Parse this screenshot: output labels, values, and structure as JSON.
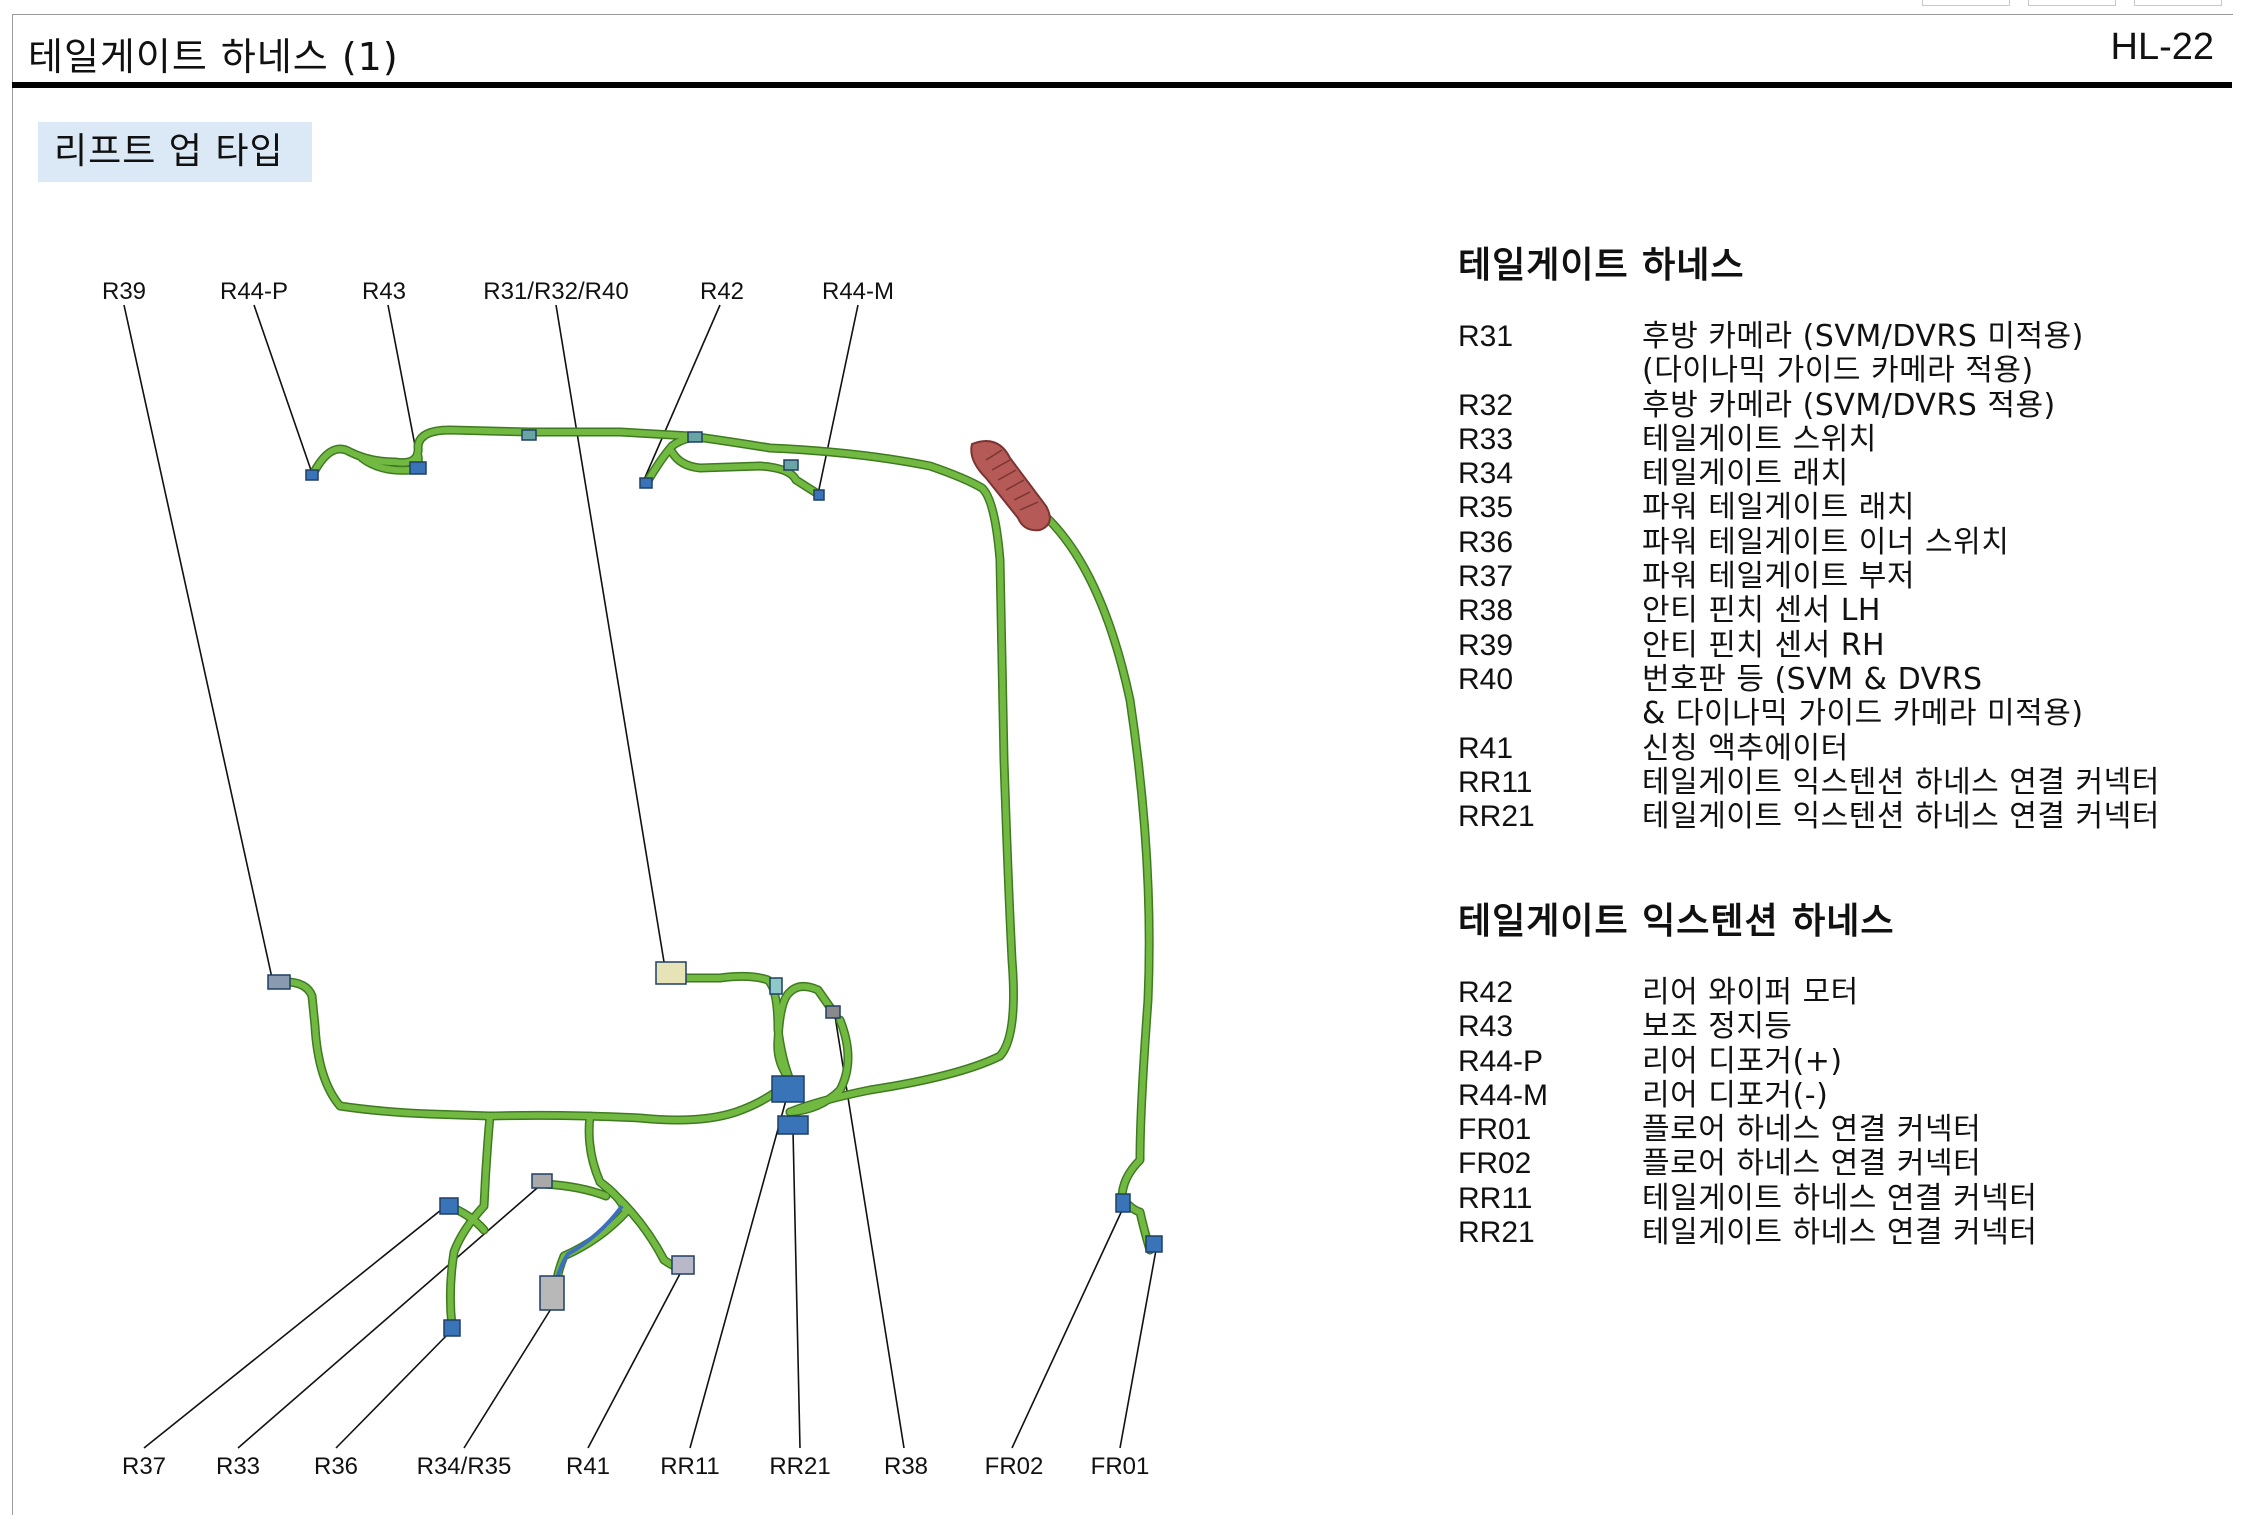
{
  "header": {
    "title": "테일게이트 하네스 (1)",
    "page_code": "HL-22"
  },
  "type_badge": "리프트 업 타입",
  "diagram": {
    "wire_color": "#72b942",
    "wire_outline": "#3f7a22",
    "grommet_color": "#b55a57",
    "connector_color": "#3a74b8",
    "top_labels": [
      "R39",
      "R44-P",
      "R43",
      "R31/R32/R40",
      "R42",
      "R44-M"
    ],
    "bottom_labels": [
      "R37",
      "R33",
      "R36",
      "R34/R35",
      "R41",
      "RR11",
      "RR21",
      "R38",
      "FR02",
      "FR01"
    ]
  },
  "legend": {
    "tailgate_harness": {
      "heading": "테일게이트 하네스",
      "rows": [
        {
          "code": "R31",
          "desc": "후방 카메라 (SVM/DVRS 미적용)"
        },
        {
          "code": "",
          "desc": "(다이나믹 가이드 카메라 적용)"
        },
        {
          "code": "R32",
          "desc": "후방 카메라 (SVM/DVRS 적용)"
        },
        {
          "code": "R33",
          "desc": "테일게이트 스위치"
        },
        {
          "code": "R34",
          "desc": "테일게이트 래치"
        },
        {
          "code": "R35",
          "desc": "파워 테일게이트 래치"
        },
        {
          "code": "R36",
          "desc": "파워 테일게이트 이너 스위치"
        },
        {
          "code": "R37",
          "desc": "파워 테일게이트 부저"
        },
        {
          "code": "R38",
          "desc": "안티 핀치 센서 LH"
        },
        {
          "code": "R39",
          "desc": "안티 핀치 센서 RH"
        },
        {
          "code": "R40",
          "desc": "번호판 등 (SVM & DVRS"
        },
        {
          "code": "",
          "desc": "& 다이나믹 가이드 카메라 미적용)"
        },
        {
          "code": "R41",
          "desc": "신칭 액추에이터"
        },
        {
          "code": "RR11",
          "desc": "테일게이트 익스텐션 하네스 연결 커넥터"
        },
        {
          "code": "RR21",
          "desc": "테일게이트 익스텐션 하네스 연결 커넥터"
        }
      ]
    },
    "extension_harness": {
      "heading": "테일게이트 익스텐션 하네스",
      "rows": [
        {
          "code": "R42",
          "desc": "리어 와이퍼 모터"
        },
        {
          "code": "R43",
          "desc": "보조 정지등"
        },
        {
          "code": "R44-P",
          "desc": "리어 디포거(+)"
        },
        {
          "code": "R44-M",
          "desc": "리어 디포거(-)"
        },
        {
          "code": "FR01",
          "desc": "플로어 하네스 연결 커넥터"
        },
        {
          "code": "FR02",
          "desc": "플로어 하네스 연결 커넥터"
        },
        {
          "code": "RR11",
          "desc": "테일게이트 하네스 연결 커넥터"
        },
        {
          "code": "RR21",
          "desc": "테일게이트 하네스 연결 커넥터"
        }
      ]
    }
  }
}
